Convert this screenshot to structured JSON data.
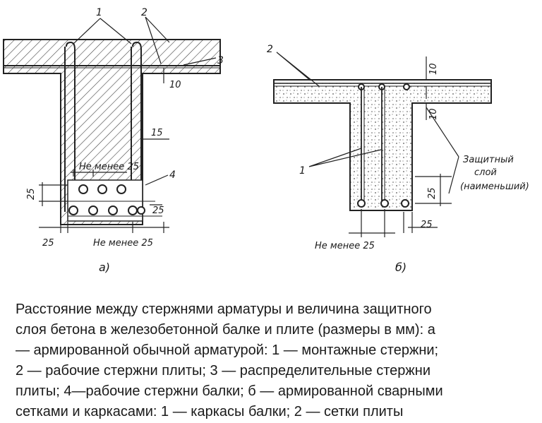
{
  "diagram_a": {
    "callouts": [
      "1",
      "2",
      "3",
      "4"
    ],
    "dim_10": "10",
    "dim_15": "15",
    "dim_25_left": "25",
    "dim_25_bottom": "25",
    "dim_25_vertical": "25",
    "dim_25_small": "25",
    "note_upper": "Не менее 25",
    "note_lower": "Не менее 25",
    "subfig": "а)"
  },
  "diagram_b": {
    "callout_2": "2",
    "callout_1": "1",
    "dim_10_top": "10",
    "dim_10_mid": "10",
    "dim_25_vertical": "25",
    "dim_25_bottom": "25",
    "note": "Не менее 25",
    "protective_line1": "Защитный",
    "protective_line2": "слой",
    "protective_line3": "(наименьший)",
    "subfig": "б)"
  },
  "caption_lines": [
    "Расстояние между стержнями арматуры и величина защитного",
    "слоя бетона в железобетонной балке и плите (размеры в мм): а",
    "— армированной обычной арматурой: 1 — монтажные стержни;",
    "2 — рабочие стержни плиты; 3 — распределительные стержни",
    "плиты; 4—рабочие стержни балки; б — армированной сварными",
    "сетками и каркасами: 1 — каркасы балки; 2 — сетки плиты"
  ]
}
